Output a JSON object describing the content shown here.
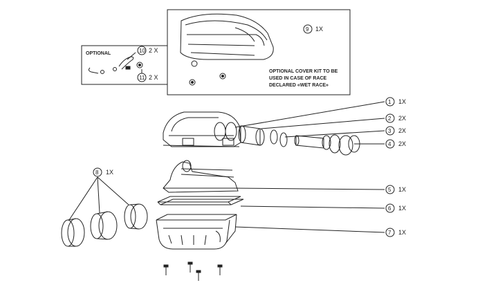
{
  "optional_box": {
    "title": "OPTIONAL",
    "callouts": [
      {
        "num": "10",
        "qty": "2 X"
      },
      {
        "num": "11",
        "qty": "2 X"
      }
    ]
  },
  "cover_kit": {
    "callout": {
      "num": "9",
      "qty": "1X"
    },
    "note_lines": [
      "OPTIONAL COVER KIT TO BE",
      "USED IN CASE OF RACE",
      "DECLARED «WET RACE»"
    ]
  },
  "parts": [
    {
      "num": "1",
      "qty": "1X"
    },
    {
      "num": "2",
      "qty": "2X"
    },
    {
      "num": "3",
      "qty": "2X"
    },
    {
      "num": "4",
      "qty": "2X"
    },
    {
      "num": "5",
      "qty": "1X"
    },
    {
      "num": "6",
      "qty": "1X"
    },
    {
      "num": "7",
      "qty": "1X"
    },
    {
      "num": "8",
      "qty": "1X"
    }
  ]
}
